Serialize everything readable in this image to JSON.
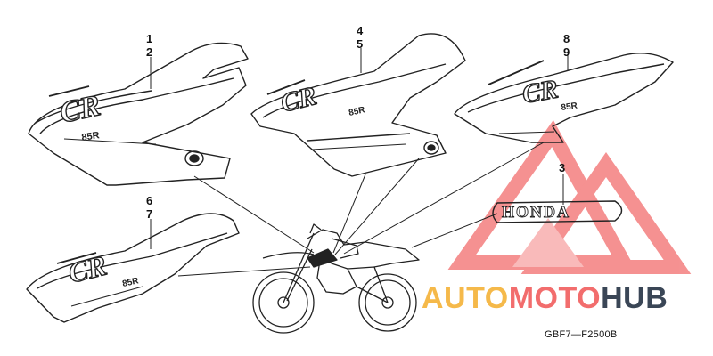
{
  "diagram_code": "GBF7—F2500B",
  "callouts": {
    "c1": "1",
    "c2": "2",
    "c3": "3",
    "c4": "4",
    "c5": "5",
    "c6": "6",
    "c7": "7",
    "c8": "8",
    "c9": "9"
  },
  "decal_text": {
    "honda_emblem": "HONDA",
    "cr_logo": "CR",
    "model": "85R"
  },
  "watermark": {
    "part1": "AUTO",
    "part2": "MOTO",
    "part3": "HUB",
    "color1": "#f5b94a",
    "color2": "#f26d6d",
    "color3": "#3a4656"
  }
}
